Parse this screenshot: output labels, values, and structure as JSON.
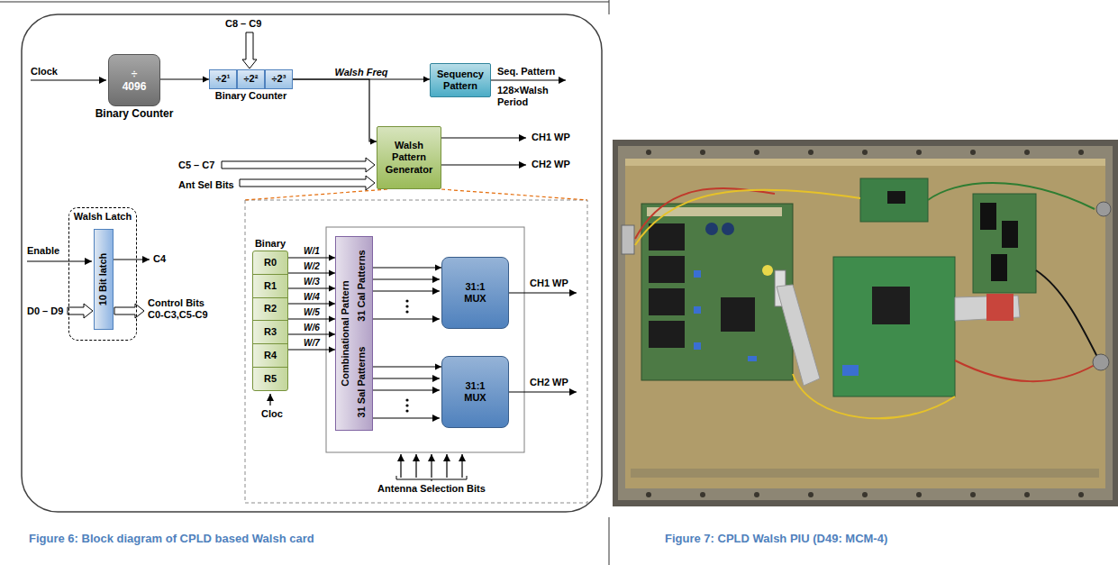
{
  "diagram": {
    "nodes": [
      {
        "text": [
          "÷ 4096",
          "Binary Counter"
        ]
      },
      {
        "text": [
          "Binary Counter"
        ]
      },
      {
        "text": [
          "÷2¹"
        ],
        "in": 1
      },
      {
        "text": [
          "÷2²"
        ],
        "in": 1
      },
      {
        "text": [
          "÷2³"
        ],
        "in": 1
      },
      {
        "text": [
          "Sequency Pattern"
        ]
      },
      {
        "text": [
          "Walsh Pattern Generator"
        ]
      },
      {
        "text": [
          "Walsh Latch"
        ]
      },
      {
        "text": [
          "10 Bit latch"
        ],
        "in": 7
      },
      {
        "text": [
          "Binary",
          "R0",
          "R1",
          "R2",
          "R3",
          "R4",
          "R5"
        ]
      },
      {
        "text": [
          "Combinational Pattern",
          "31 Cal Patterns",
          "31 Sal Patterns"
        ]
      },
      {
        "text": [
          "31:1 MUX"
        ]
      },
      {
        "text": [
          "31:1 MUX"
        ]
      }
    ],
    "edges": [
      {
        "from": 0,
        "to": 1,
        "arrow": "to"
      },
      {
        "from": 1,
        "to": 5,
        "label": "Walsh Freq",
        "arrow": "to"
      },
      {
        "from": 1,
        "to": 6,
        "arrow": "to"
      },
      {
        "from": 9,
        "to": 10,
        "label": "W/1",
        "arrow": "to"
      },
      {
        "from": 9,
        "to": 10,
        "label": "W/2",
        "arrow": "to"
      },
      {
        "from": 9,
        "to": 10,
        "label": "W/3",
        "arrow": "to"
      },
      {
        "from": 9,
        "to": 10,
        "label": "W/4",
        "arrow": "to"
      },
      {
        "from": 9,
        "to": 10,
        "label": "W/5",
        "arrow": "to"
      },
      {
        "from": 9,
        "to": 10,
        "label": "W/6",
        "arrow": "to"
      },
      {
        "from": 9,
        "to": 10,
        "label": "W/7",
        "arrow": "to"
      },
      {
        "from": 10,
        "to": 11,
        "arrow": "to"
      },
      {
        "from": 10,
        "to": 12,
        "arrow": "to"
      }
    ],
    "labels": [
      "Clock",
      "C8 – C9",
      "Seq. Pattern",
      "128×Walsh Period",
      "CH1 WP",
      "CH2 WP",
      "C5 – C7",
      "Ant Sel Bits",
      "Enable",
      "C4",
      "D0 – D9",
      "Control Bits C0-C3,C5-C9",
      "Cloc",
      "CH1 WP",
      "CH2 WP",
      "Antenna Selection Bits",
      "Figure 6: Block diagram of CPLD based Walsh card",
      "Figure 7: CPLD Walsh PIU (D49: MCM-4)"
    ]
  }
}
